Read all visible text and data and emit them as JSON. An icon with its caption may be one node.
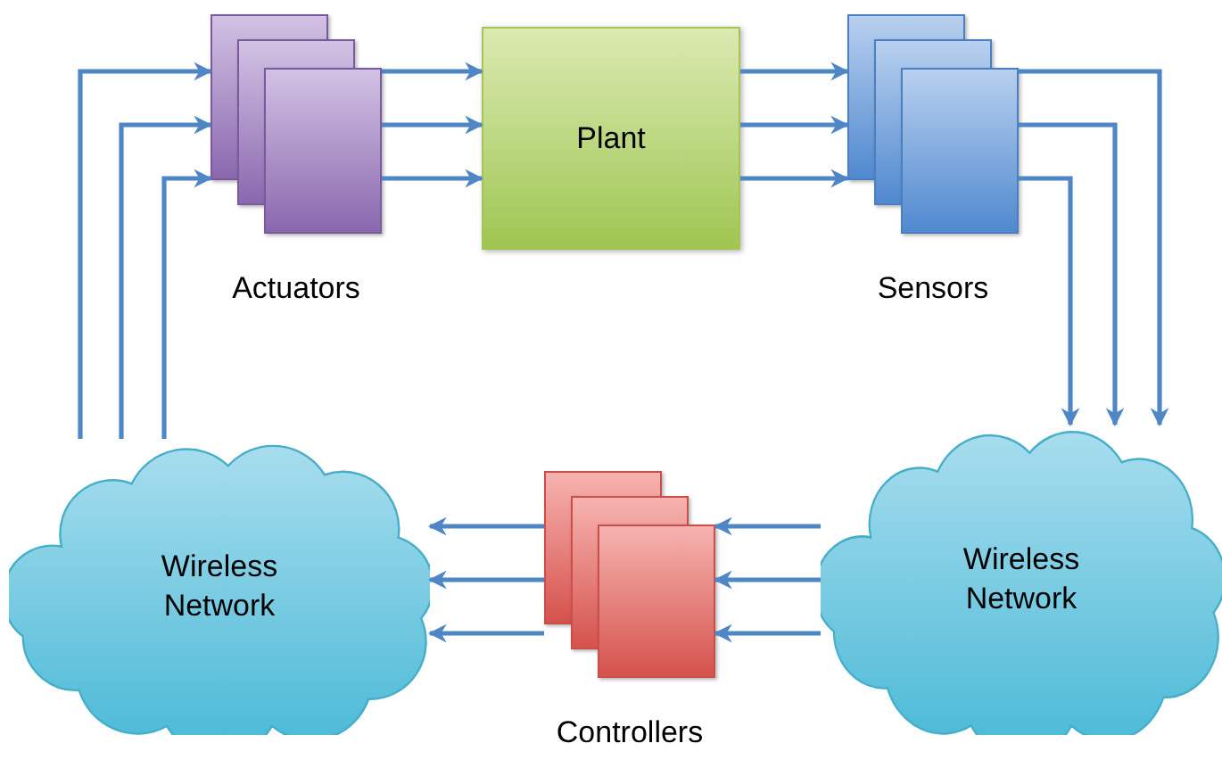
{
  "diagram": {
    "nodes": [
      {
        "text": [
          "Actuators"
        ]
      },
      {
        "text": [
          "Plant"
        ]
      },
      {
        "text": [
          "Sensors"
        ]
      },
      {
        "text": [
          "Wireless Network"
        ]
      },
      {
        "text": [
          "Controllers"
        ]
      },
      {
        "text": [
          "Wireless Network"
        ]
      }
    ],
    "edges": [
      {
        "from": 0,
        "to": 1,
        "arrow": "to"
      },
      {
        "from": 0,
        "to": 1,
        "arrow": "to"
      },
      {
        "from": 0,
        "to": 1,
        "arrow": "to"
      },
      {
        "from": 1,
        "to": 2,
        "arrow": "to"
      },
      {
        "from": 1,
        "to": 2,
        "arrow": "to"
      },
      {
        "from": 1,
        "to": 2,
        "arrow": "to"
      },
      {
        "from": 2,
        "to": 3,
        "arrow": "to"
      },
      {
        "from": 2,
        "to": 3,
        "arrow": "to"
      },
      {
        "from": 2,
        "to": 3,
        "arrow": "to"
      },
      {
        "from": 3,
        "to": 4,
        "arrow": "to"
      },
      {
        "from": 3,
        "to": 4,
        "arrow": "to"
      },
      {
        "from": 3,
        "to": 4,
        "arrow": "to"
      },
      {
        "from": 4,
        "to": 5,
        "arrow": "to"
      },
      {
        "from": 4,
        "to": 5,
        "arrow": "to"
      },
      {
        "from": 4,
        "to": 5,
        "arrow": "to"
      },
      {
        "from": 5,
        "to": 0,
        "arrow": "to"
      },
      {
        "from": 5,
        "to": 0,
        "arrow": "to"
      },
      {
        "from": 5,
        "to": 0,
        "arrow": "to"
      }
    ]
  }
}
